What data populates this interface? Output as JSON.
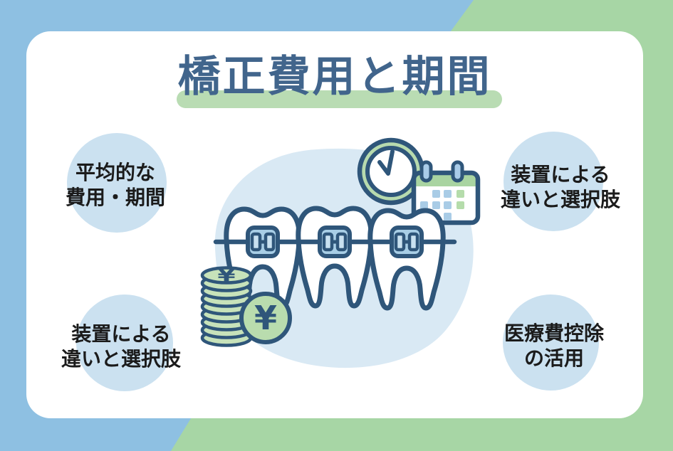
{
  "title": {
    "text": "橋正費用と期間",
    "highlight_color": "#b9dcb3",
    "text_color": "#41658c"
  },
  "topics": [
    {
      "position": "top-left",
      "lines": [
        "平均的な",
        "費用・期間"
      ]
    },
    {
      "position": "top-right",
      "lines": [
        "装置による",
        "違いと選択肢"
      ]
    },
    {
      "position": "bottom-left",
      "lines": [
        "装置による",
        "違いと選択肢"
      ]
    },
    {
      "position": "bottom-right",
      "lines": [
        "医療費控除",
        "の活用"
      ]
    }
  ],
  "illustration": {
    "yen_symbol": "¥",
    "icons": [
      "tooth-braces-icon",
      "clock-icon",
      "calendar-icon",
      "coin-stack-icon",
      "yen-coin-icon"
    ]
  },
  "colors": {
    "background_left": "#8ec0e2",
    "background_right": "#a7d6a5",
    "card": "#ffffff",
    "topic_circle": "#cbe1f0",
    "topic_text": "#1b1b1b",
    "outline_navy": "#2f567a",
    "blob_blue": "#d9e9f4",
    "accent_green": "#b9dcb3",
    "accent_blue": "#a8cee6"
  }
}
